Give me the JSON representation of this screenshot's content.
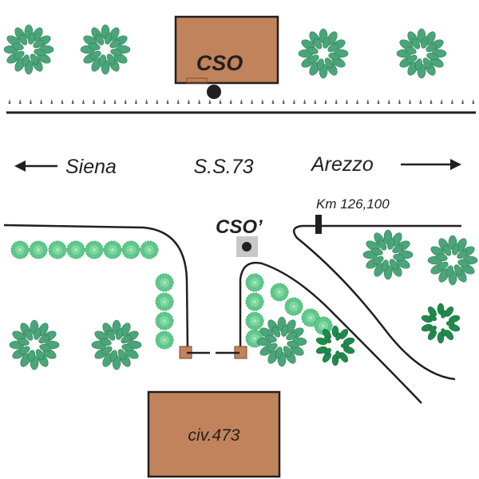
{
  "diagram": {
    "type": "site-plan",
    "buildings": [
      {
        "id": "cso",
        "label": "CSO",
        "color": "#c1835b"
      },
      {
        "id": "civ473",
        "label": "civ.473",
        "color": "#c1835b"
      }
    ],
    "road": {
      "name": "S.S.73",
      "west_destination": "Siena",
      "east_destination": "Arezzo"
    },
    "points": {
      "cso": "CSO",
      "cso_prime": "CSO’"
    },
    "km_marker": "Km 126,100",
    "colors": {
      "building_fill": "#c1835b",
      "line": "#231f20",
      "tree_green": "#4aa67a",
      "tree_dark_green": "#1f8a4c",
      "shrub_green": "#5fc78a",
      "marker_box": "#c8c8c8"
    }
  }
}
